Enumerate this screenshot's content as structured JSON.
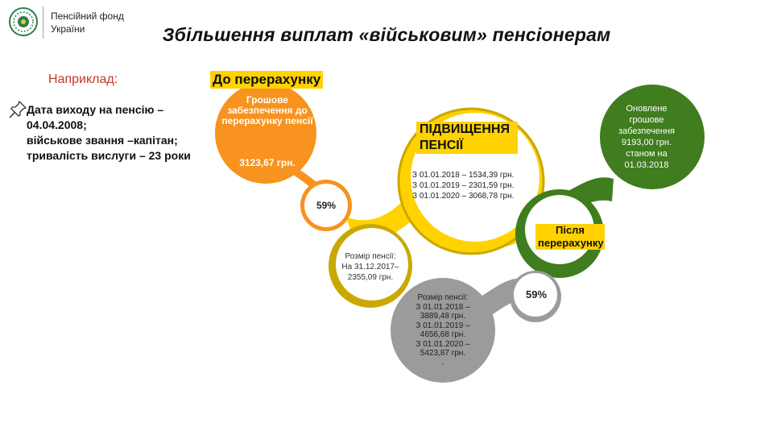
{
  "header": {
    "org_line1": "Пенсійний фонд",
    "org_line2": "України",
    "title": "Збільшення виплат «військовим» пенсіонерам",
    "logo_icon": "emblem-icon"
  },
  "example": {
    "label": "Наприклад:",
    "pin_icon": "pushpin-icon",
    "lines": [
      "Дата виходу на пенсію –",
      "04.04.2008;",
      "військове звання  –капітан;",
      "тривалість вислуги – 23 роки"
    ]
  },
  "diagram": {
    "before_label": "До перерахунку",
    "before_text": "Грошове забезпечення до перерахунку пенсії",
    "before_amount": "3123,67 грн.",
    "percent_before": "59%",
    "pension_2017_lines": [
      "Розмір пенсії:",
      "На 31.12.2017–",
      "2355,09 грн."
    ],
    "increase_label": "ПІДВИЩЕННЯ ПЕНСІЇ",
    "increase_lines": [
      "З 01.01.2018  – 1534,39  грн.",
      "З 01.01.2019  – 2301,59 грн.",
      "З 01.01.2020  – 3068,78 грн."
    ],
    "after_label": "Після перерахунку",
    "updated_lines": [
      "Оновлене",
      "грошове",
      "забезпечення",
      "9193,00 грн.",
      "станом на",
      "01.03.2018"
    ],
    "percent_after": "59%",
    "pension_after_lines": [
      "Розмір пенсії:",
      "З 01.01.2018  –",
      "3889,48  грн.",
      "З 01.01.2019  –",
      "4656,68 грн.",
      "З 01.01.2020  –",
      "5423,87 грн.",
      "."
    ]
  },
  "colors": {
    "orange": "#f7931e",
    "yellow": "#ffd200",
    "yellow_dark": "#c9a800",
    "green": "#3f7d1e",
    "grey": "#9b9b9b",
    "logo_green": "#2e7d4f",
    "red_label": "#c0392b"
  }
}
